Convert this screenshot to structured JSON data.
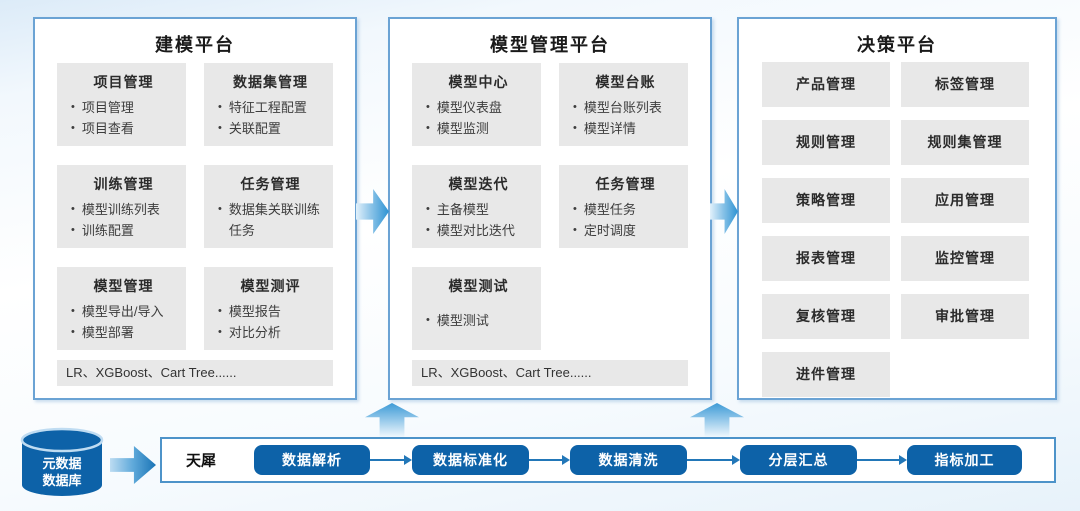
{
  "panels": [
    {
      "title": "建模平台",
      "cards": [
        {
          "title": "项目管理",
          "items": [
            "项目管理",
            "项目查看"
          ]
        },
        {
          "title": "数据集管理",
          "items": [
            "特征工程配置",
            "关联配置"
          ]
        },
        {
          "title": "训练管理",
          "items": [
            "模型训练列表",
            "训练配置"
          ]
        },
        {
          "title": "任务管理",
          "items": [
            "数据集关联训练任务"
          ]
        },
        {
          "title": "模型管理",
          "items": [
            "模型导出/导入",
            "模型部署"
          ]
        },
        {
          "title": "模型测评",
          "items": [
            "模型报告",
            "对比分析"
          ]
        }
      ],
      "footer": "LR、XGBoost、Cart Tree......"
    },
    {
      "title": "模型管理平台",
      "cards": [
        {
          "title": "模型中心",
          "items": [
            "模型仪表盘",
            "模型监测"
          ]
        },
        {
          "title": "模型台账",
          "items": [
            "模型台账列表",
            "模型详情"
          ]
        },
        {
          "title": "模型迭代",
          "items": [
            "主备模型",
            "模型对比迭代"
          ]
        },
        {
          "title": "任务管理",
          "items": [
            "模型任务",
            "定时调度"
          ]
        },
        {
          "title": "模型测试",
          "items": [
            "模型测试"
          ]
        }
      ],
      "footer": "LR、XGBoost、Cart Tree......"
    },
    {
      "title": "决策平台",
      "tiles": [
        "产品管理",
        "标签管理",
        "规则管理",
        "规则集管理",
        "策略管理",
        "应用管理",
        "报表管理",
        "监控管理",
        "复核管理",
        "审批管理",
        "进件管理"
      ]
    }
  ],
  "bottom": {
    "database": [
      "元数据",
      "数据库"
    ],
    "engine_label": "天犀",
    "steps": [
      "数据解析",
      "数据标准化",
      "数据清洗",
      "分层汇总",
      "指标加工"
    ]
  },
  "colors": {
    "panel_border": "#6ba3d4",
    "card_gray": "#e8e8e8",
    "pill_blue": "#0d62a8",
    "arrow_blue": "#2e93d3",
    "connector_blue": "#2277b8"
  }
}
